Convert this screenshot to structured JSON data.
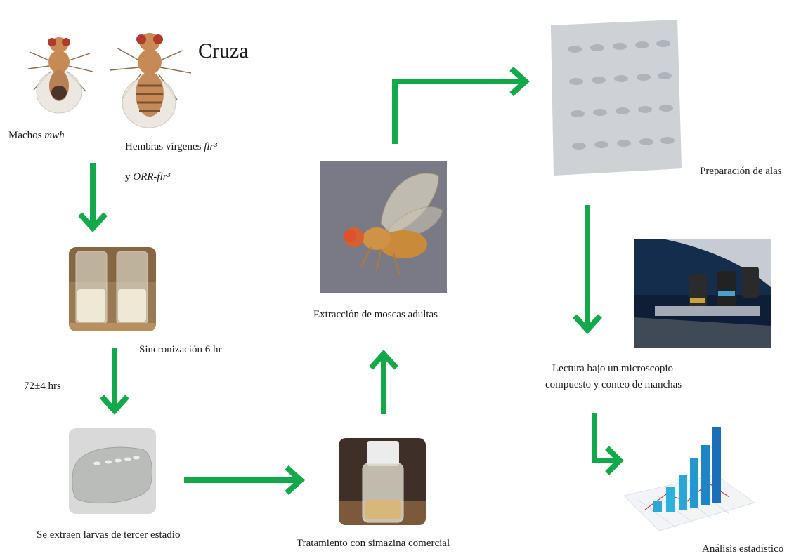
{
  "title": "Cruza",
  "labels": {
    "males": "Machos",
    "males_strain": "mwh",
    "females_line1": "Hembras vírgenes",
    "females_strain1": "flr³",
    "females_line2_prefix": "y",
    "females_strain2": "ORR-flr³",
    "sync": "Sincronización 6 hr",
    "time": "72±4 hrs",
    "larvae": "Se extraen larvas de tercer estadio",
    "treatment": "Tratamiento con simazina comercial",
    "extraction": "Extracción de moscas adultas",
    "wings": "Preparación de alas",
    "reading_line1": "Lectura bajo un microscopio",
    "reading_line2": "compuesto y conteo de manchas",
    "analysis": "Análisis estadístico"
  },
  "colors": {
    "arrow": "#12a94a"
  },
  "icons": [
    "male-fly-icon",
    "female-fly-icon",
    "vials-photo",
    "larvae-photo",
    "simazine-vial-photo",
    "adult-fly-photo",
    "wing-slide-photo",
    "microscope-photo",
    "bar-chart-3d-icon"
  ]
}
